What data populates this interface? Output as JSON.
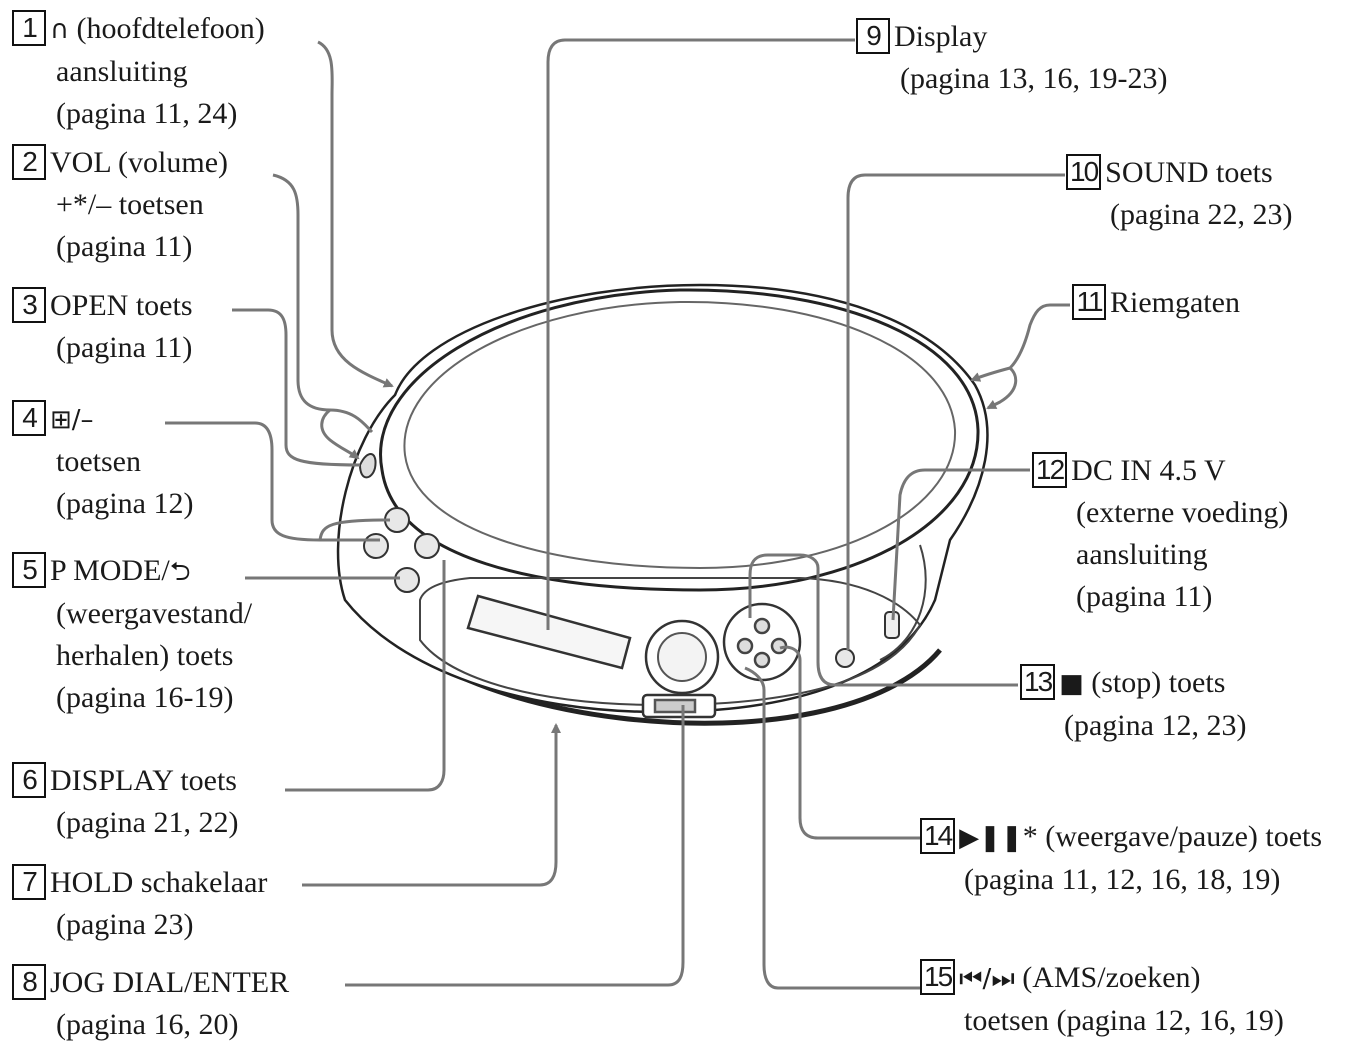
{
  "callouts": [
    {
      "num": "1",
      "icon": "headphones-icon",
      "lines": [
        "(hoofdtelefoon)",
        "aansluiting",
        "(pagina 11, 24)"
      ]
    },
    {
      "num": "2",
      "lines": [
        "VOL (volume)",
        "+*/– toetsen",
        "(pagina 11)"
      ]
    },
    {
      "num": "3",
      "lines": [
        "OPEN toets",
        "(pagina 11)"
      ]
    },
    {
      "num": "4",
      "icon": "group-plus-minus-icon",
      "lines": [
        "",
        "toetsen",
        "(pagina 12)"
      ]
    },
    {
      "num": "5",
      "icon": "repeat-icon",
      "lines": [
        "P MODE/",
        "(weergavestand/",
        "herhalen) toets",
        "(pagina 16-19)"
      ]
    },
    {
      "num": "6",
      "lines": [
        "DISPLAY toets",
        "(pagina 21, 22)"
      ]
    },
    {
      "num": "7",
      "lines": [
        "HOLD schakelaar",
        "(pagina 23)"
      ]
    },
    {
      "num": "8",
      "lines": [
        "JOG DIAL/ENTER",
        "(pagina 16, 20)"
      ]
    },
    {
      "num": "9",
      "lines": [
        "Display",
        "(pagina 13, 16, 19-23)"
      ]
    },
    {
      "num": "10",
      "lines": [
        "SOUND toets",
        "(pagina 22, 23)"
      ]
    },
    {
      "num": "11",
      "lines": [
        "Riemgaten"
      ]
    },
    {
      "num": "12",
      "lines": [
        "DC IN 4.5 V",
        "(externe voeding)",
        "aansluiting",
        "(pagina 11)"
      ]
    },
    {
      "num": "13",
      "icon": "stop-icon",
      "lines": [
        "(stop) toets",
        "(pagina 12, 23)"
      ]
    },
    {
      "num": "14",
      "icon": "play-pause-icon",
      "lines": [
        "* (weergave/pauze) toets",
        "(pagina 11, 12, 16, 18, 19)"
      ]
    },
    {
      "num": "15",
      "icon": "prev-next-icon",
      "lines": [
        "(AMS/zoeken)",
        "toetsen (pagina 12, 16, 19)"
      ]
    }
  ]
}
